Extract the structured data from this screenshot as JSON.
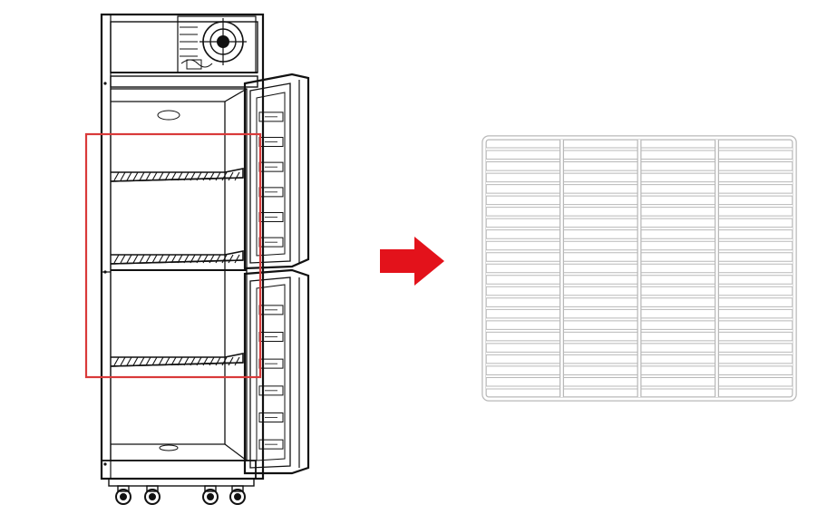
{
  "diagram": {
    "colors": {
      "line": "#111111",
      "highlight": "#d93a3a",
      "arrow": "#e3121b",
      "rack": "#e6e6e6",
      "rack_outline": "#b8b8b8"
    },
    "cabinet": {
      "shelves": 3,
      "doors": 2,
      "casters": 4
    },
    "rack": {
      "columns": 4,
      "cross_wires": 22
    },
    "icons": {
      "arrow": "arrow-right-icon",
      "highlight": "highlight-box"
    }
  }
}
